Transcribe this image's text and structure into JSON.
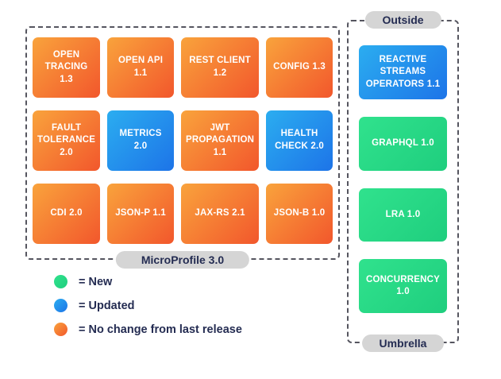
{
  "colors": {
    "orange_start": "#F9A33C",
    "orange_end": "#F2572C",
    "blue_start": "#2BADF0",
    "blue_end": "#1D74E8",
    "green_start": "#30E28D",
    "green_end": "#1FCE7E",
    "label_bg": "#D5D5D5",
    "label_text": "#242C52"
  },
  "microprofile": {
    "label": "MicroProfile 3.0",
    "tiles": [
      {
        "label": "OPEN TRACING 1.3",
        "status": "unchanged"
      },
      {
        "label": "OPEN API 1.1",
        "status": "unchanged"
      },
      {
        "label": "REST CLIENT 1.2",
        "status": "unchanged"
      },
      {
        "label": "CONFIG 1.3",
        "status": "unchanged"
      },
      {
        "label": "FAULT TOLERANCE 2.0",
        "status": "unchanged"
      },
      {
        "label": "METRICS 2.0",
        "status": "updated"
      },
      {
        "label": "JWT PROPAGATION 1.1",
        "status": "unchanged"
      },
      {
        "label": "HEALTH CHECK 2.0",
        "status": "updated"
      },
      {
        "label": "CDI 2.0",
        "status": "unchanged"
      },
      {
        "label": "JSON-P 1.1",
        "status": "unchanged"
      },
      {
        "label": "JAX-RS 2.1",
        "status": "unchanged"
      },
      {
        "label": "JSON-B 1.0",
        "status": "unchanged"
      }
    ]
  },
  "outside": {
    "top_label": "Outside",
    "bottom_label": "Umbrella",
    "tiles": [
      {
        "label": "REACTIVE STREAMS OPERATORS 1.1",
        "status": "updated"
      },
      {
        "label": "GRAPHQL 1.0",
        "status": "new"
      },
      {
        "label": "LRA 1.0",
        "status": "new"
      },
      {
        "label": "CONCURRENCY 1.0",
        "status": "new"
      }
    ]
  },
  "legend": [
    {
      "status": "new",
      "label": "= New"
    },
    {
      "status": "updated",
      "label": "= Updated"
    },
    {
      "status": "unchanged",
      "label": "= No change from last release"
    }
  ]
}
